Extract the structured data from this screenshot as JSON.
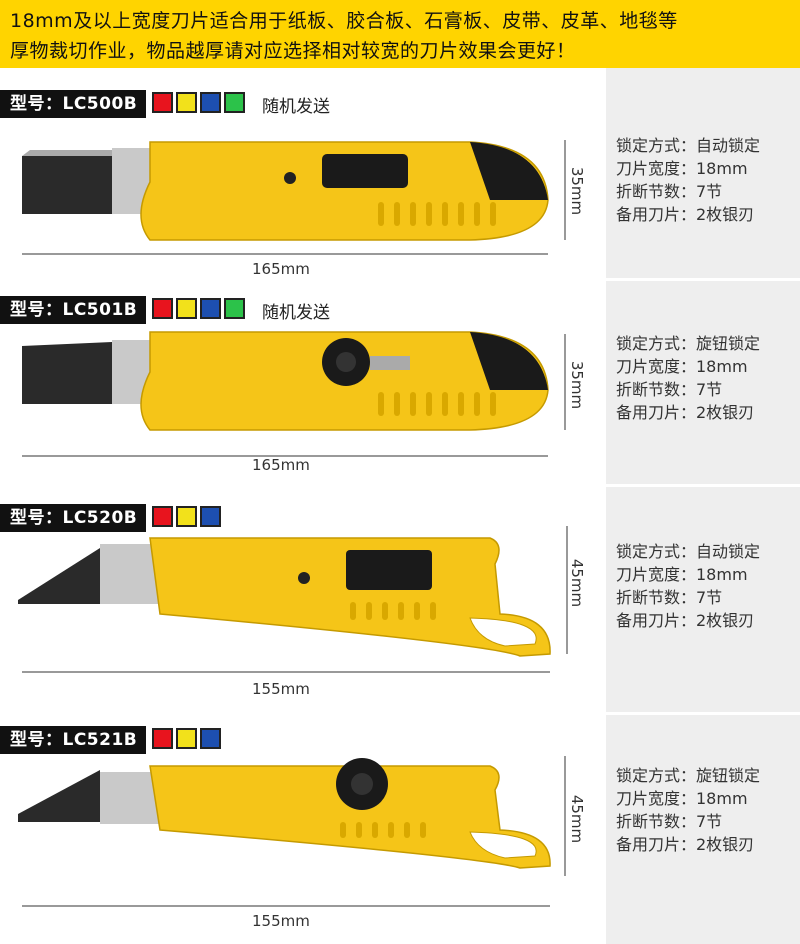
{
  "banner": {
    "line1": "18mm及以上宽度刀片适合用于纸板、胶合板、石膏板、皮带、皮革、地毯等",
    "line2": "厚物裁切作业，物品越厚请对应选择相对较宽的刀片效果会更好！"
  },
  "colors": {
    "banner_bg": "#ffd400",
    "handle": "#f5c518",
    "right_bg": "#eeeeee"
  },
  "products": [
    {
      "model": "型号：LC500B",
      "swatches": [
        "#e8141e",
        "#f2e11b",
        "#1d4fb0",
        "#2cc24a"
      ],
      "random_note": "随机发送",
      "height_label": "35mm",
      "length_label": "165mm",
      "specs": [
        "锁定方式：自动锁定",
        "刀片宽度：18mm",
        "折断节数：7节",
        "备用刀片：2枚银刃"
      ]
    },
    {
      "model": "型号：LC501B",
      "swatches": [
        "#e8141e",
        "#f2e11b",
        "#1d4fb0",
        "#2cc24a"
      ],
      "random_note": "随机发送",
      "height_label": "35mm",
      "length_label": "165mm",
      "specs": [
        "锁定方式：旋钮锁定",
        "刀片宽度：18mm",
        "折断节数：7节",
        "备用刀片：2枚银刃"
      ]
    },
    {
      "model": "型号：LC520B",
      "swatches": [
        "#e8141e",
        "#f2e11b",
        "#1d4fb0"
      ],
      "random_note": "",
      "height_label": "45mm",
      "length_label": "155mm",
      "specs": [
        "锁定方式：自动锁定",
        "刀片宽度：18mm",
        "折断节数：7节",
        "备用刀片：2枚银刃"
      ]
    },
    {
      "model": "型号：LC521B",
      "swatches": [
        "#e8141e",
        "#f2e11b",
        "#1d4fb0"
      ],
      "random_note": "",
      "height_label": "45mm",
      "length_label": "155mm",
      "specs": [
        "锁定方式：旋钮锁定",
        "刀片宽度：18mm",
        "折断节数：7节",
        "备用刀片：2枚银刃"
      ]
    }
  ]
}
